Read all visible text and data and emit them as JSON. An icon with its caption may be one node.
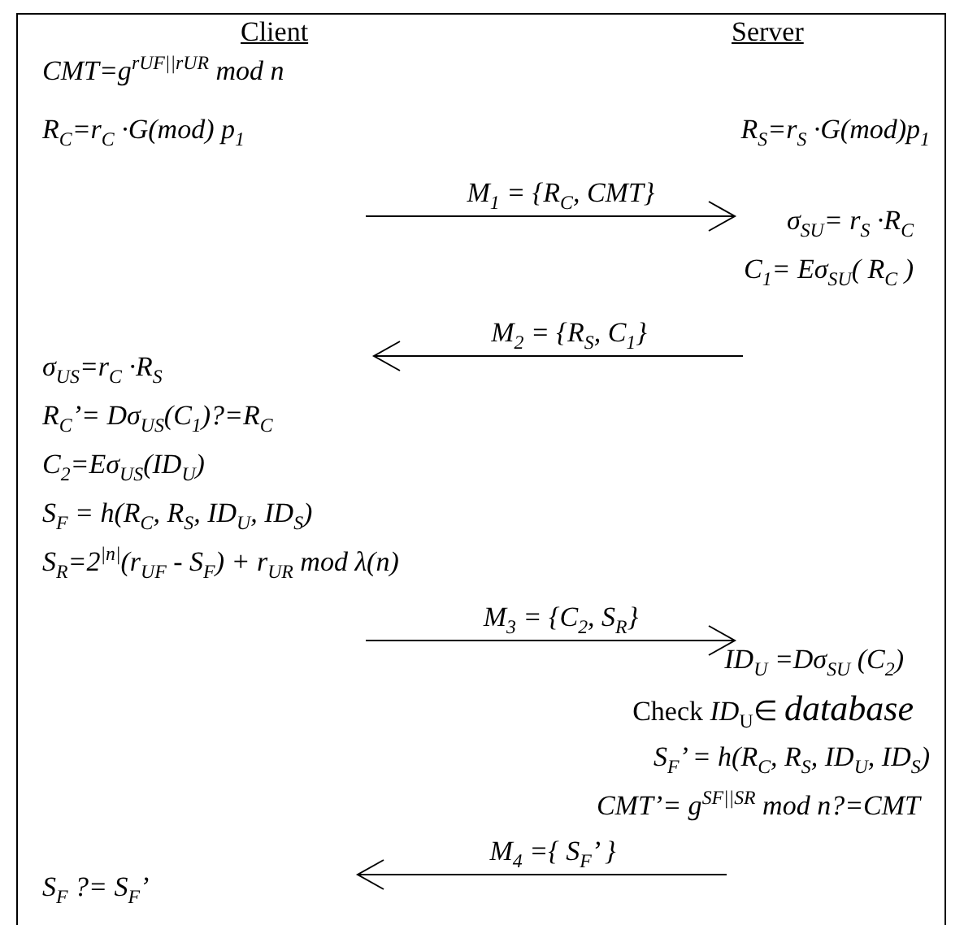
{
  "diagram": {
    "labels": [
      "Client",
      "Server",
      "CMT=g$^{r}$$^{UF||}$$^{r}$$^{UR}$ mod n",
      "R$_{C}$=r$_{C}$ ·G(mod) p$_{1}$",
      "R$_{S}$=r$_{S}$ ·G(mod)p$_{1}$",
      "M$_{1}$ = {R$_{C}$, CMT}",
      "σ$_{SU}$= r$_{S}$ ·R$_{C}$",
      "C$_{1}$= Eσ$_{SU}$( R$_{C}$ )",
      "M$_{2}$ = {R$_{S}$, C$_{1}$}",
      "σ$_{US}$=r$_{C}$ ·R$_{S}$",
      "R$_{C}$’= Dσ$_{US}$(C$_{1}$)?=R$_{C}$",
      "C$_{2}$=Eσ$_{US}$(ID$_{U}$)",
      "S$_{F}$ = h(R$_{C}$, R$_{S}$, ID$_{U}$, ID$_{S}$)",
      "S$_{R}$=2$^{|n|}$(r$_{UF}$ - S$_{F}$) + r$_{UR}$ mod λ(n)",
      "M$_{3}$ = {C$_{2}$, S$_{R}$}",
      "ID$_{U}$ =Dσ$_{SU}$ (C$_{2}$)",
      "Check *ID*$_{U}$∈ *database*",
      "S$_{F}$’ = h(R$_{C}$, R$_{S}$, ID$_{U}$, ID$_{S}$)",
      "CMT’= g$^{S}$$^{F||}$$^{S}$$^{R}$ mod n?=CMT",
      "M$_{4}$ ={ S$_{F}$’ }",
      "S$_{F}$ ?= S$_{F}$’"
    ]
  }
}
